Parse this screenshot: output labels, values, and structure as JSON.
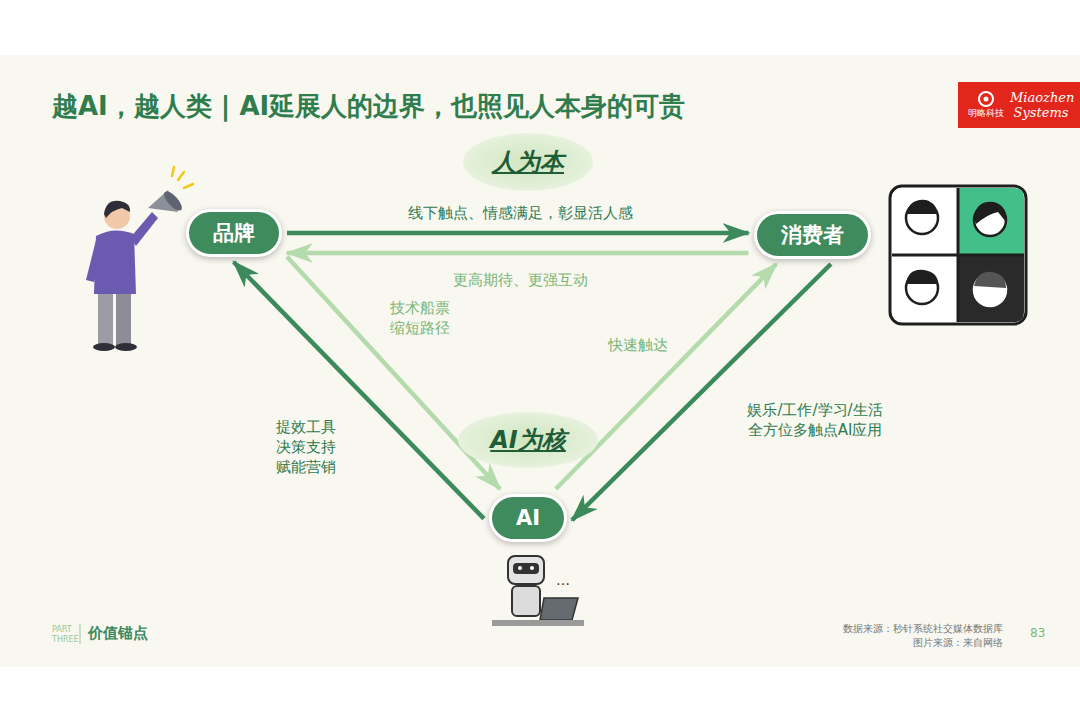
{
  "diagram": {
    "title": "越AI，越人类 | AI延展人的边界，也照见人本身的可贵",
    "nodes": [
      {
        "text": [
          "明略科技",
          "Miaozhen Systems"
        ]
      },
      {
        "text": [
          "人为本"
        ]
      },
      {
        "text": [
          "品牌"
        ]
      },
      {
        "text": [
          "消费者"
        ]
      },
      {
        "text": [
          "AI为核"
        ]
      },
      {
        "text": [
          "AI"
        ]
      }
    ],
    "edges": [
      {
        "from": 2,
        "to": 3,
        "label": "线下触点、情感满足，彰显活人感",
        "arrow": "to"
      },
      {
        "from": 3,
        "to": 2,
        "label": "更高期待、更强互动",
        "arrow": "to"
      },
      {
        "from": 2,
        "to": 5,
        "label": "技术船票 缩短路径",
        "arrow": "to"
      },
      {
        "from": 5,
        "to": 2,
        "label": "提效工具 决策支持 赋能营销",
        "arrow": "to"
      },
      {
        "from": 5,
        "to": 3,
        "label": "快速触达",
        "arrow": "to"
      },
      {
        "from": 3,
        "to": 5,
        "label": "娱乐/工作/学习/生活 全方位多触点AI应用",
        "arrow": "to"
      }
    ],
    "labels": [
      "…",
      "PART THREE",
      "价值锚点",
      "数据来源：秒针系统社交媒体数据库",
      "图片来源：来自网络",
      "83"
    ]
  }
}
